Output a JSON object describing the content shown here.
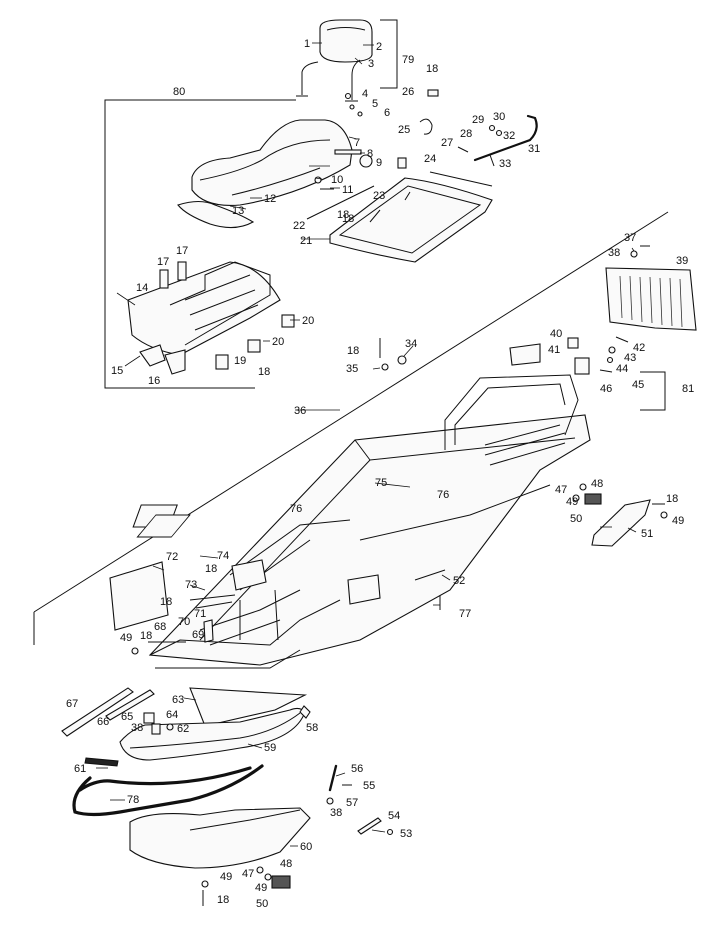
{
  "callouts": [
    {
      "id": "1",
      "label": "1"
    },
    {
      "id": "2",
      "label": "2"
    },
    {
      "id": "3",
      "label": "3"
    },
    {
      "id": "4",
      "label": "4"
    },
    {
      "id": "5",
      "label": "5"
    },
    {
      "id": "6",
      "label": "6"
    },
    {
      "id": "7",
      "label": "7"
    },
    {
      "id": "8",
      "label": "8"
    },
    {
      "id": "9",
      "label": "9"
    },
    {
      "id": "10",
      "label": "10"
    },
    {
      "id": "11",
      "label": "11"
    },
    {
      "id": "12",
      "label": "12"
    },
    {
      "id": "13",
      "label": "13"
    },
    {
      "id": "14",
      "label": "14"
    },
    {
      "id": "15",
      "label": "15"
    },
    {
      "id": "16",
      "label": "16"
    },
    {
      "id": "17a",
      "label": "17"
    },
    {
      "id": "17b",
      "label": "17"
    },
    {
      "id": "18a",
      "label": "18"
    },
    {
      "id": "18b",
      "label": "18"
    },
    {
      "id": "18c",
      "label": "18"
    },
    {
      "id": "18d",
      "label": "18"
    },
    {
      "id": "18e",
      "label": "18"
    },
    {
      "id": "18f",
      "label": "18"
    },
    {
      "id": "18g",
      "label": "18"
    },
    {
      "id": "18h",
      "label": "18"
    },
    {
      "id": "18i",
      "label": "18"
    },
    {
      "id": "18j",
      "label": "18"
    },
    {
      "id": "19",
      "label": "19"
    },
    {
      "id": "20a",
      "label": "20"
    },
    {
      "id": "20b",
      "label": "20"
    },
    {
      "id": "21",
      "label": "21"
    },
    {
      "id": "22",
      "label": "22"
    },
    {
      "id": "23",
      "label": "23"
    },
    {
      "id": "24",
      "label": "24"
    },
    {
      "id": "25",
      "label": "25"
    },
    {
      "id": "26",
      "label": "26"
    },
    {
      "id": "27",
      "label": "27"
    },
    {
      "id": "28",
      "label": "28"
    },
    {
      "id": "29",
      "label": "29"
    },
    {
      "id": "30",
      "label": "30"
    },
    {
      "id": "31",
      "label": "31"
    },
    {
      "id": "32",
      "label": "32"
    },
    {
      "id": "33",
      "label": "33"
    },
    {
      "id": "34",
      "label": "34"
    },
    {
      "id": "35",
      "label": "35"
    },
    {
      "id": "36",
      "label": "36"
    },
    {
      "id": "37",
      "label": "37"
    },
    {
      "id": "38a",
      "label": "38"
    },
    {
      "id": "38b",
      "label": "38"
    },
    {
      "id": "38c",
      "label": "38"
    },
    {
      "id": "39",
      "label": "39"
    },
    {
      "id": "40",
      "label": "40"
    },
    {
      "id": "41",
      "label": "41"
    },
    {
      "id": "42",
      "label": "42"
    },
    {
      "id": "43",
      "label": "43"
    },
    {
      "id": "44",
      "label": "44"
    },
    {
      "id": "45",
      "label": "45"
    },
    {
      "id": "46",
      "label": "46"
    },
    {
      "id": "47a",
      "label": "47"
    },
    {
      "id": "47b",
      "label": "47"
    },
    {
      "id": "48a",
      "label": "48"
    },
    {
      "id": "48b",
      "label": "48"
    },
    {
      "id": "49a",
      "label": "49"
    },
    {
      "id": "49b",
      "label": "49"
    },
    {
      "id": "49c",
      "label": "49"
    },
    {
      "id": "49d",
      "label": "49"
    },
    {
      "id": "49e",
      "label": "49"
    },
    {
      "id": "50a",
      "label": "50"
    },
    {
      "id": "50b",
      "label": "50"
    },
    {
      "id": "51",
      "label": "51"
    },
    {
      "id": "52",
      "label": "52"
    },
    {
      "id": "53",
      "label": "53"
    },
    {
      "id": "54",
      "label": "54"
    },
    {
      "id": "55",
      "label": "55"
    },
    {
      "id": "56",
      "label": "56"
    },
    {
      "id": "57",
      "label": "57"
    },
    {
      "id": "58",
      "label": "58"
    },
    {
      "id": "59",
      "label": "59"
    },
    {
      "id": "60",
      "label": "60"
    },
    {
      "id": "61",
      "label": "61"
    },
    {
      "id": "62",
      "label": "62"
    },
    {
      "id": "63",
      "label": "63"
    },
    {
      "id": "64",
      "label": "64"
    },
    {
      "id": "65",
      "label": "65"
    },
    {
      "id": "66",
      "label": "66"
    },
    {
      "id": "67",
      "label": "67"
    },
    {
      "id": "68",
      "label": "68"
    },
    {
      "id": "69",
      "label": "69"
    },
    {
      "id": "70",
      "label": "70"
    },
    {
      "id": "71",
      "label": "71"
    },
    {
      "id": "72",
      "label": "72"
    },
    {
      "id": "73",
      "label": "73"
    },
    {
      "id": "74",
      "label": "74"
    },
    {
      "id": "75",
      "label": "75"
    },
    {
      "id": "76a",
      "label": "76"
    },
    {
      "id": "76b",
      "label": "76"
    },
    {
      "id": "77",
      "label": "77"
    },
    {
      "id": "78",
      "label": "78"
    },
    {
      "id": "79",
      "label": "79"
    },
    {
      "id": "80",
      "label": "80"
    },
    {
      "id": "81",
      "label": "81"
    }
  ]
}
